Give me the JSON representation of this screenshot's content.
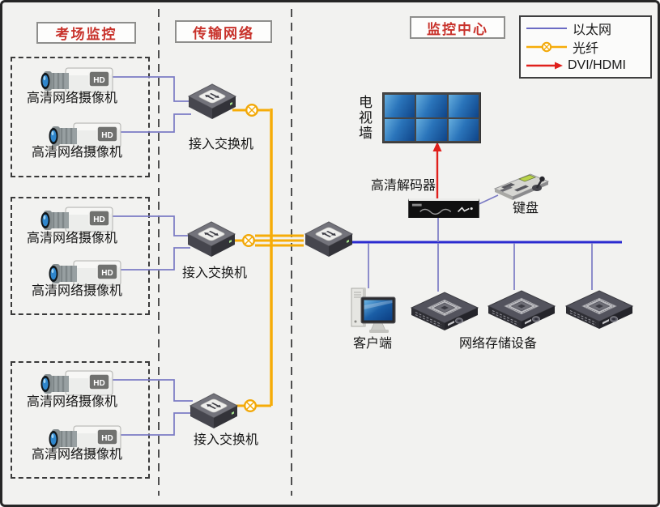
{
  "sections": {
    "exam": "考场监控",
    "transmission": "传输网络",
    "center": "监控中心"
  },
  "legend": {
    "items": [
      {
        "label": "以太网",
        "color": "#5a5ac8"
      },
      {
        "label": "光纤",
        "color": "#f6ac08"
      },
      {
        "label": "DVI/HDMI",
        "color": "#e0201c"
      }
    ]
  },
  "groups": [
    {
      "cameras": [
        "高清网络摄像机",
        "高清网络摄像机"
      ],
      "switch": "接入交换机"
    },
    {
      "cameras": [
        "高清网络摄像机",
        "高清网络摄像机"
      ],
      "switch": "接入交换机"
    },
    {
      "cameras": [
        "高清网络摄像机",
        "高清网络摄像机"
      ],
      "switch": "接入交换机"
    }
  ],
  "devices": {
    "camera_badge": "HD",
    "tv_wall": "电视墙",
    "decoder": "高清解码器",
    "keyboard": "键盘",
    "client": "客户端",
    "storage": "网络存储设备"
  },
  "colors": {
    "ethernet_bus": "#2b2bd0",
    "ethernet_branch": "#7b7bc4",
    "fiber": "#f6ac08",
    "dvi_hdmi": "#e0201c",
    "section_title": "#c8322b"
  }
}
